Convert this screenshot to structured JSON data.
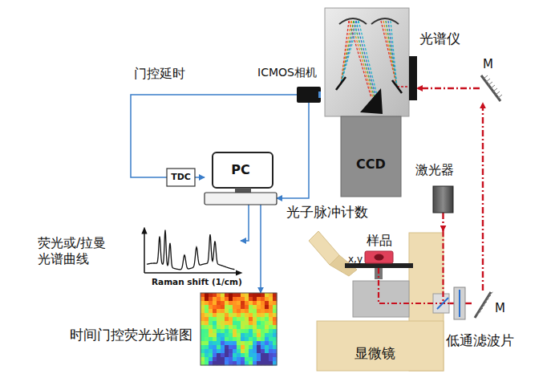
{
  "diagram": {
    "nodes": [
      {
        "text": [
          "光谱仪"
        ]
      },
      {
        "text": [
          "ICMOS相机"
        ]
      },
      {
        "text": [
          "CCD"
        ]
      },
      {
        "text": [
          "M"
        ]
      },
      {
        "text": [
          "TDC"
        ]
      },
      {
        "text": [
          "PC"
        ]
      },
      {
        "text": [
          "激光器"
        ]
      },
      {
        "text": [
          "荧光或/拉曼光谱曲线",
          "Raman shift (1/cm)"
        ]
      },
      {
        "text": [
          "显微镜"
        ]
      },
      {
        "text": [
          "样品"
        ],
        "in": 8
      },
      {
        "text": [
          "低通滤波片"
        ]
      },
      {
        "text": [
          "M"
        ]
      },
      {
        "text": [
          "时间门控荧光光谱图"
        ]
      }
    ],
    "edges": [
      {
        "from": 1,
        "to": 4,
        "arrow": "none",
        "label": "门控延时"
      },
      {
        "from": 1,
        "to": 5,
        "arrow": "to",
        "label": "光子脉冲计数"
      },
      {
        "from": 4,
        "to": 5,
        "arrow": "to"
      },
      {
        "from": 5,
        "to": 7,
        "arrow": "to"
      },
      {
        "from": 5,
        "to": 12,
        "arrow": "to"
      },
      {
        "from": 6,
        "to": 8,
        "arrow": "to"
      },
      {
        "from": 8,
        "to": 10,
        "arrow": "none"
      },
      {
        "from": 10,
        "to": 11,
        "arrow": "none"
      },
      {
        "from": 11,
        "to": 3,
        "arrow": "to"
      },
      {
        "from": 3,
        "to": 0,
        "arrow": "to"
      }
    ],
    "labels": [
      "x,y"
    ]
  }
}
